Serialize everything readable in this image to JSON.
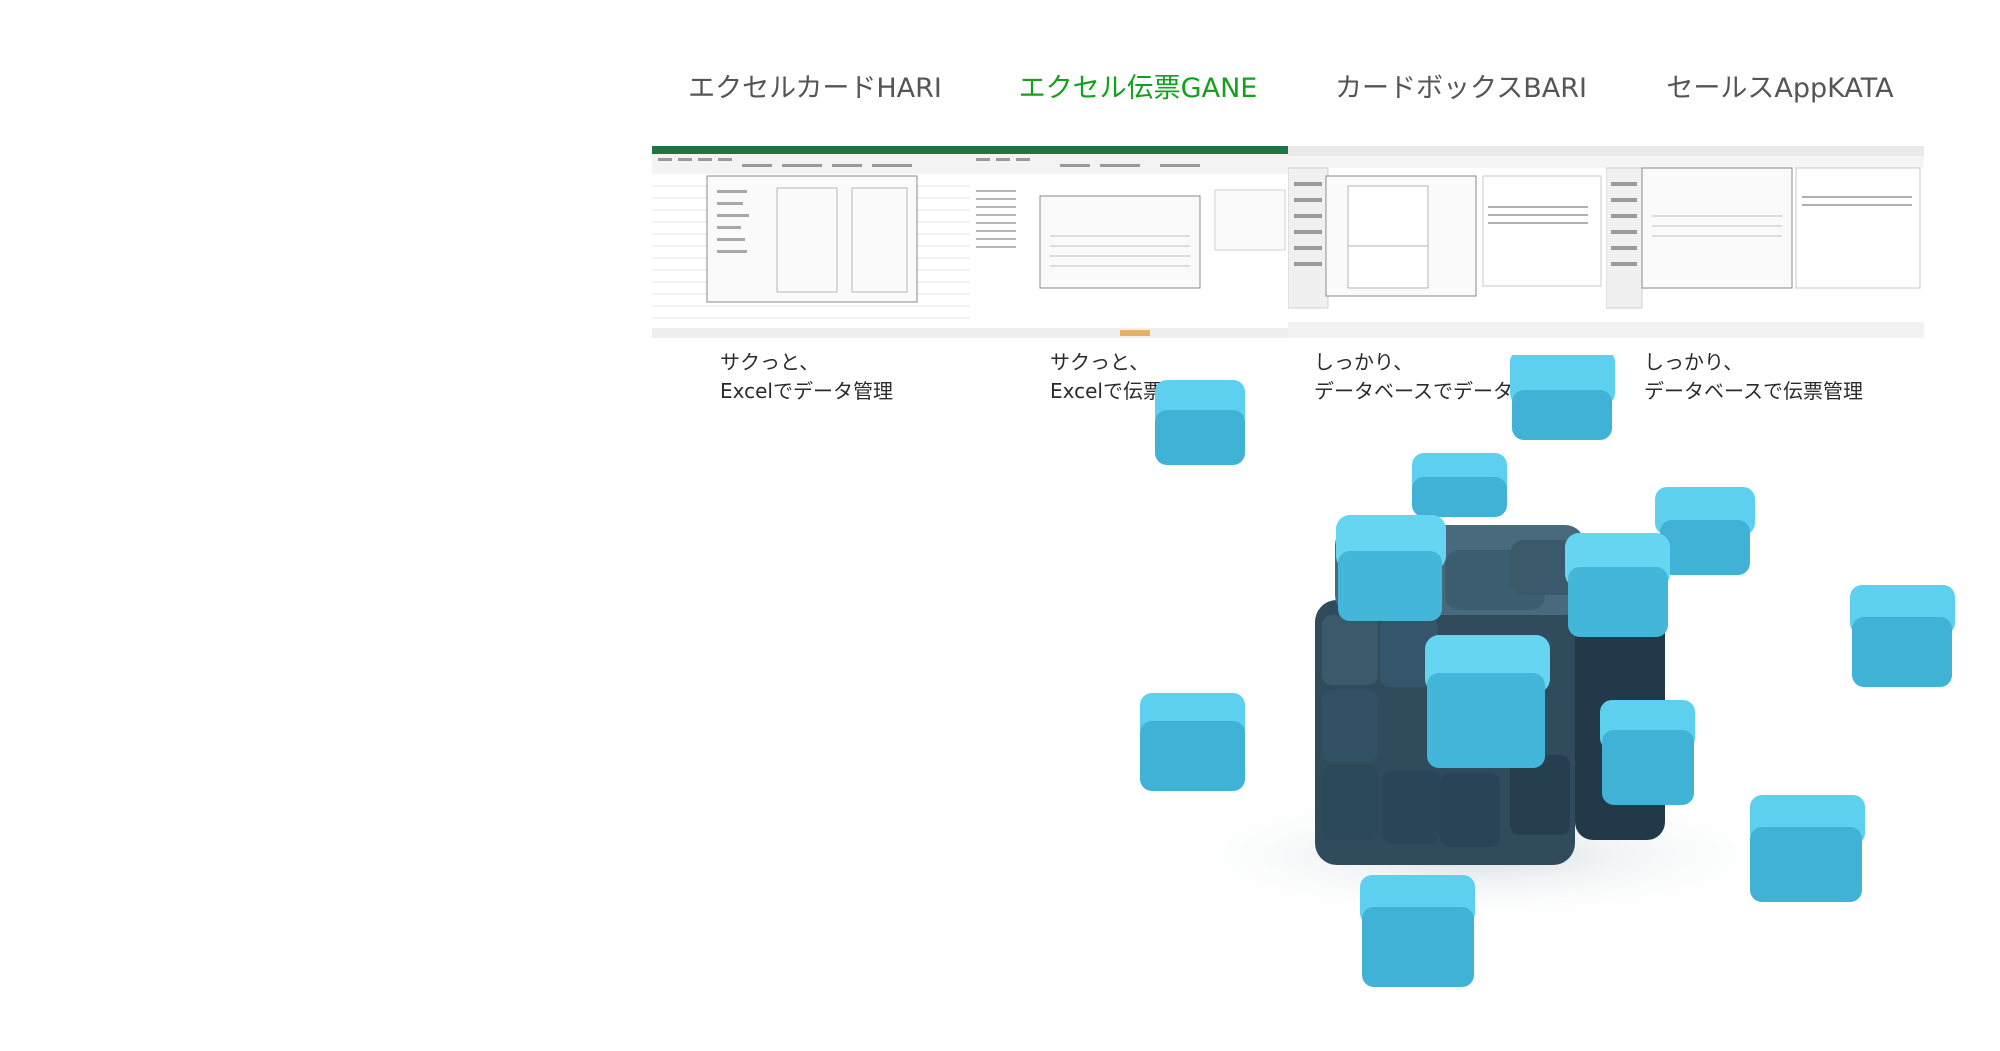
{
  "tabs": [
    {
      "label": "エクセルカードHARI",
      "active": false
    },
    {
      "label": "エクセル伝票GANE",
      "active": true
    },
    {
      "label": "カードボックスBARI",
      "active": false
    },
    {
      "label": "セールスAppKATA",
      "active": false
    }
  ],
  "captions": [
    {
      "line1": "サクっと、",
      "line2": "Excelでデータ管理"
    },
    {
      "line1": "サクっと、",
      "line2": "Excelで伝票管理"
    },
    {
      "line1": "しっかり、",
      "line2": "データベースでデータ管理"
    },
    {
      "line1": "しっかり、",
      "line2": "データベースで伝票管理"
    }
  ],
  "colors": {
    "active_tab": "#13a01c",
    "inactive_tab": "#555555",
    "excel_ribbon": "#217346",
    "cube_light": "#4cc3e6",
    "cube_dark": "#2f4d5f"
  },
  "icons": {
    "hero": "cube-cluster-illustration"
  }
}
